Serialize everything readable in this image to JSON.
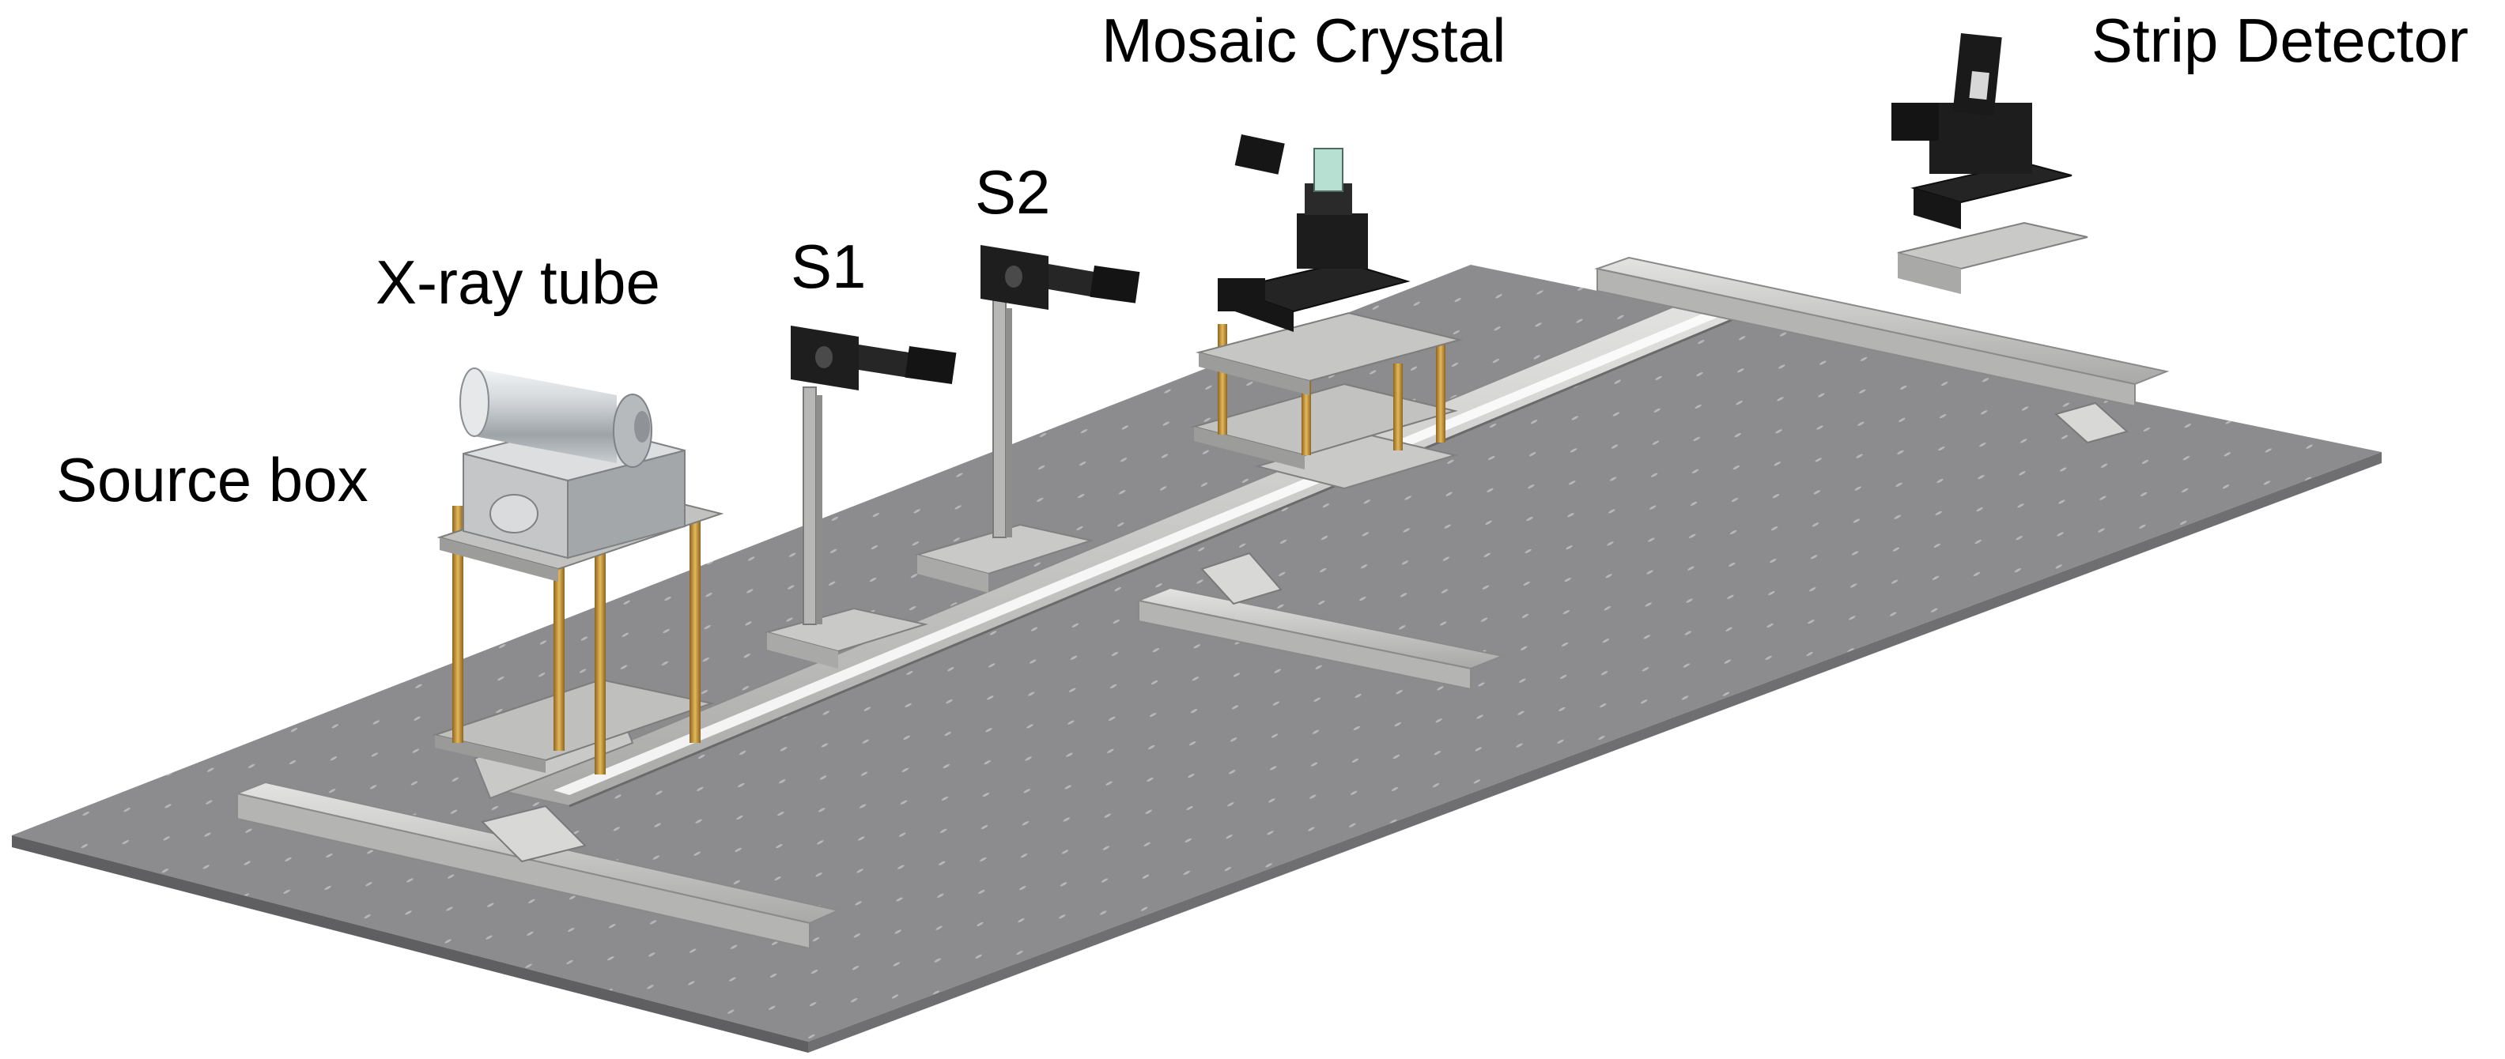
{
  "labels": {
    "source_box": "Source box",
    "xray_tube": "X-ray tube",
    "s1": "S1",
    "s2": "S2",
    "mosaic_crystal": "Mosaic Crystal",
    "strip_detector": "Strip Detector"
  },
  "colors": {
    "table_top": "#8c8c8e",
    "table_edge": "#6f6f71",
    "rail": "#c9c9c8",
    "rail_dark": "#9d9d9c",
    "brass": "#c69a3c",
    "component_black": "#1e1e1e",
    "tube_silver": "#cfd3d6"
  }
}
